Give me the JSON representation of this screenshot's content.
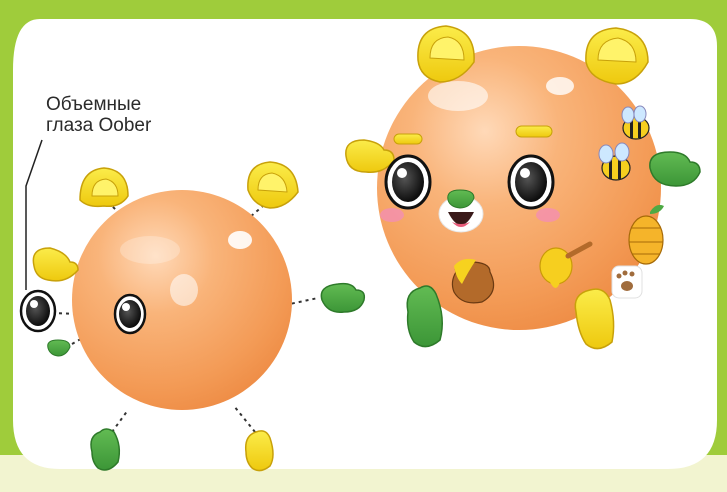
{
  "caption": {
    "line1": "Объемные",
    "line2": "глаза Oober"
  },
  "colors": {
    "background_green": "#9fcc3b",
    "panel_white": "#ffffff",
    "ball_orange": "#f7a666",
    "part_yellow": "#f6dc18",
    "part_green": "#4ea944",
    "eye_black": "#1a1a1a"
  },
  "scene": {
    "left_figure": [
      "yellow-ear",
      "yellow-ear",
      "yellow-hand",
      "eye",
      "eye",
      "green-nose",
      "green-hand",
      "green-foot",
      "yellow-foot"
    ],
    "right_figure": [
      "yellow-ear",
      "yellow-ear",
      "yellow-hand",
      "yellow-eyebrow",
      "yellow-eyebrow",
      "eye",
      "eye",
      "green-nose",
      "mouth-sticker",
      "bee-sticker",
      "bee-sticker",
      "honey-pot-sticker",
      "honey-dipper-sticker",
      "beehive-sticker",
      "paw-sticker",
      "green-hand",
      "green-foot",
      "yellow-foot"
    ]
  }
}
